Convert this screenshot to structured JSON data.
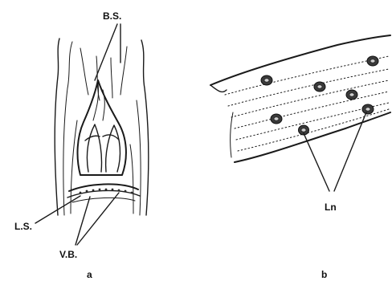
{
  "panel_a": {
    "label": "a",
    "labels": {
      "bs": "B.S.",
      "ls": "L.S.",
      "vb": "V.B."
    }
  },
  "panel_b": {
    "label": "b",
    "labels": {
      "ln": "Ln"
    }
  }
}
